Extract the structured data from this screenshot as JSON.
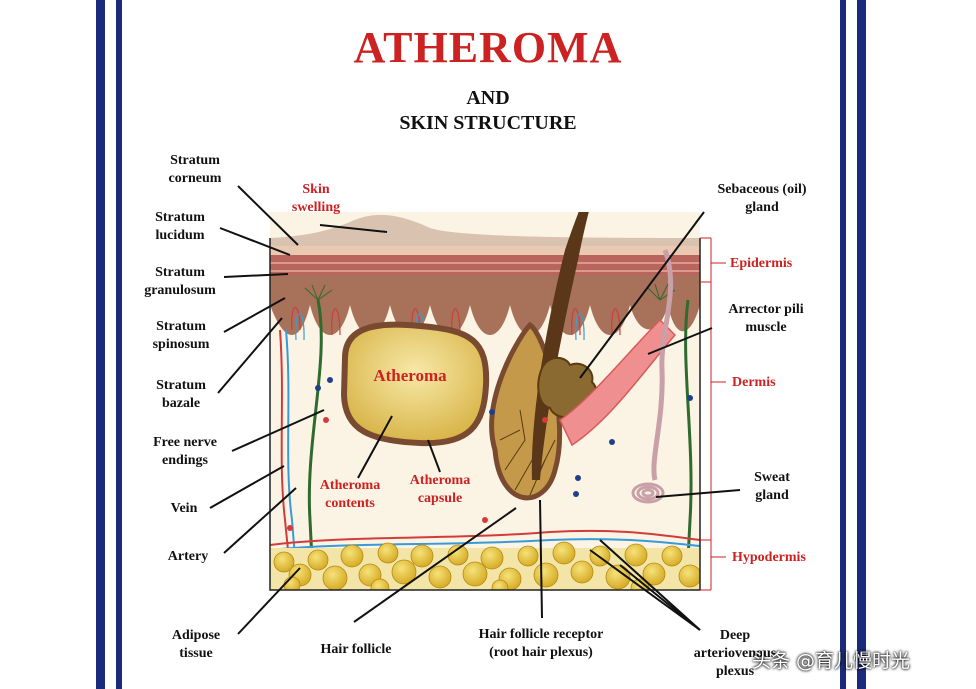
{
  "title": "ATHEROMA",
  "subtitle_line1": "AND",
  "subtitle_line2": "SKIN STRUCTURE",
  "labels": {
    "stratum_corneum": "Stratum corneum",
    "skin_swelling": "Skin swelling",
    "stratum_lucidum": "Stratum lucidum",
    "stratum_granulosum": "Stratum granulosum",
    "stratum_spinosum": "Stratum spinosum",
    "stratum_bazale": "Stratum bazale",
    "free_nerve_endings": "Free nerve endings",
    "vein": "Vein",
    "artery": "Artery",
    "adipose_tissue": "Adipose tissue",
    "atheroma": "Atheroma",
    "atheroma_contents": "Atheroma contents",
    "atheroma_capsule": "Atheroma capsule",
    "hair_follicle": "Hair follicle",
    "hair_follicle_receptor": "Hair follicle receptor (root hair plexus)",
    "deep_arteriovenous_plexus": "Deep arteriovenous plexus",
    "sebaceous_gland": "Sebaceous (oil) gland",
    "epidermis": "Epidermis",
    "arrector_pili_muscle": "Arrector pili muscle",
    "dermis": "Dermis",
    "sweat_gland": "Sweat gland",
    "hypodermis": "Hypodermis"
  },
  "watermark": "头条 @育儿慢时光",
  "colors": {
    "accent_red": "#cc2222",
    "border_navy": "#1b2a7a",
    "fat_yellow": "#e8c840",
    "dermis_cream": "#fbf3e3",
    "epidermis_brown": "#a8715a"
  }
}
